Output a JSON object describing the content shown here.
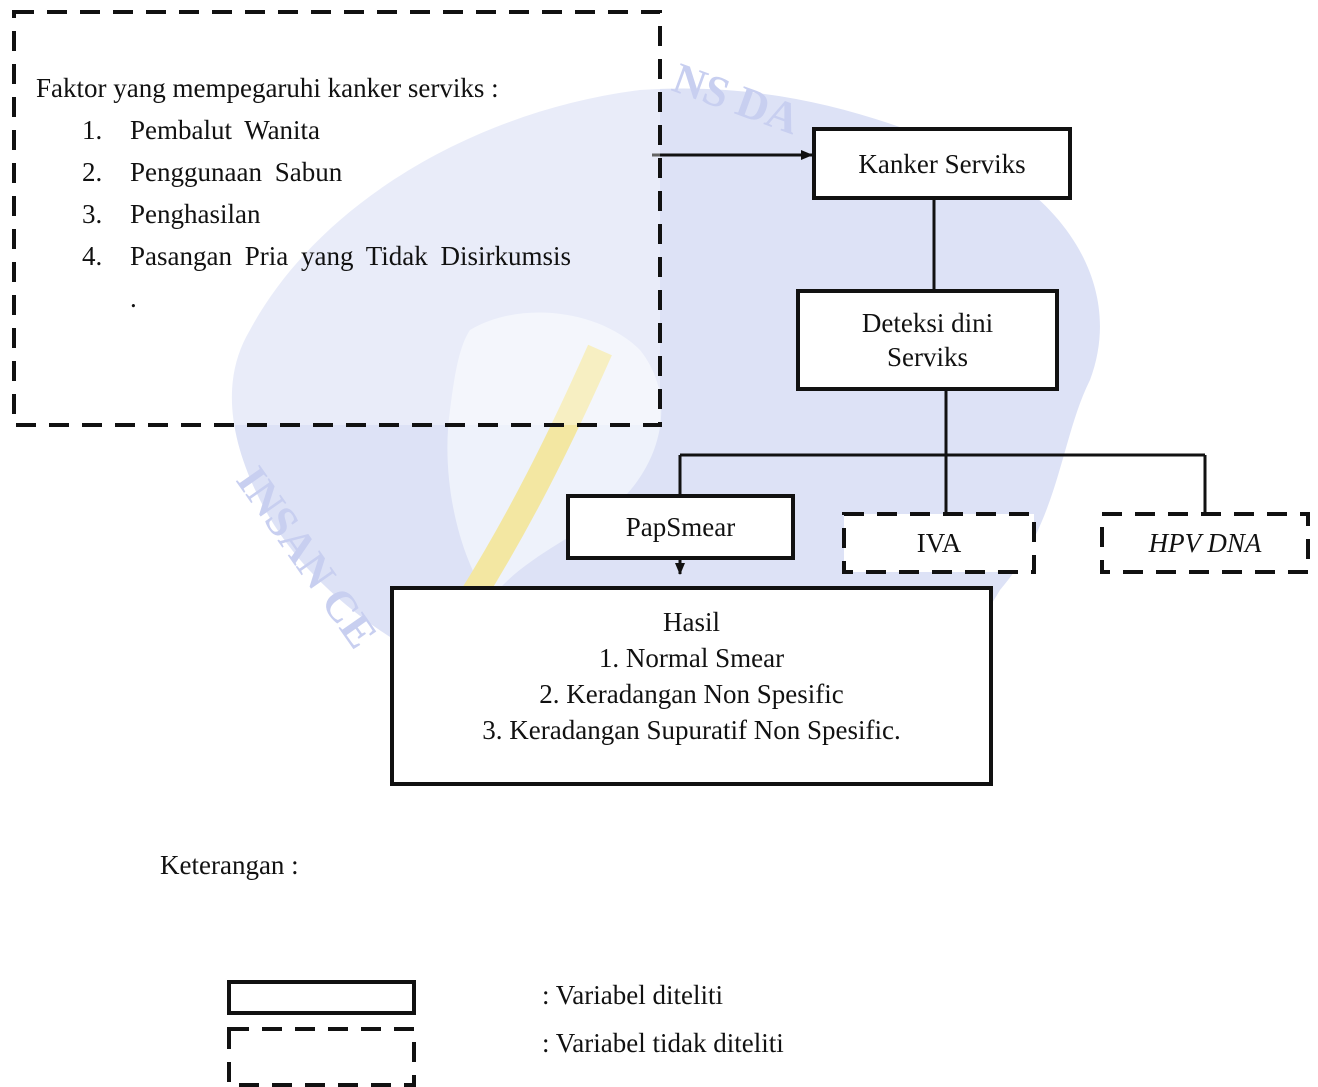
{
  "factors": {
    "title": "Faktor yang mempegaruhi kanker serviks :",
    "items": [
      {
        "num": "1.",
        "label": "Pembalut Wanita"
      },
      {
        "num": "2.",
        "label": "Penggunaan Sabun"
      },
      {
        "num": "3.",
        "label": "Penghasilan"
      },
      {
        "num": "4.",
        "label": "Pasangan Pria yang Tidak Disirkumsis"
      }
    ],
    "trailing": "."
  },
  "nodes": {
    "kanker_serviks": "Kanker Serviks",
    "deteksi_line1": "Deteksi dini",
    "deteksi_line2": "Serviks",
    "papsmear": "PapSmear",
    "iva": "IVA",
    "hpv_dna": "HPV DNA"
  },
  "hasil": {
    "title": "Hasil",
    "items": [
      "1. Normal Smear",
      "2. Keradangan Non Spesific",
      "3. Keradangan Supuratif Non Spesific."
    ]
  },
  "legend": {
    "title": "Keterangan :",
    "solid_label": ":  Variabel diteliti",
    "dashed_label": ": Variabel tidak diteliti"
  },
  "watermark_text": [
    "NS DA",
    "INSAN CE"
  ],
  "colors": {
    "line": "#111111",
    "watermark_blue": "#c8cff0",
    "watermark_yellow": "#f3e7a2"
  }
}
